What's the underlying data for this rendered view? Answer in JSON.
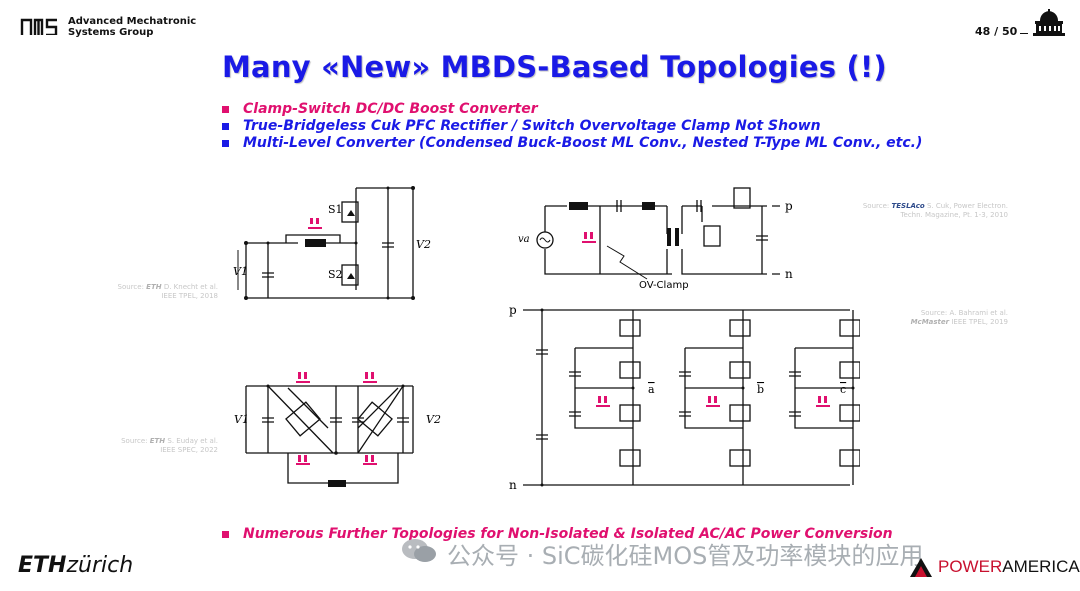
{
  "header": {
    "group_name_line1": "Advanced Mechatronic",
    "group_name_line2": "Systems Group",
    "page_number": "48 / 50"
  },
  "title": "Many «New» MBDS-Based Topologies (!)",
  "bullets": [
    {
      "text": "Clamp-Switch DC/DC Boost Converter",
      "color": "#e0106f"
    },
    {
      "text": "True-Bridgeless Cuk PFC Rectifier  /  Switch Overvoltage Clamp Not Shown",
      "color": "#1a1ae6"
    },
    {
      "text": "Multi-Level Converter (Condensed Buck-Boost ML Conv., Nested T-Type ML Conv., etc.)",
      "color": "#1a1ae6"
    }
  ],
  "bottom_bullet": {
    "text": "Numerous Further Topologies for Non-Isolated & Isolated AC/AC Power Conversion",
    "color": "#e0106f"
  },
  "sources": {
    "s1": {
      "label": "Source:",
      "org": "ETH",
      "line1": "D. Knecht et al.",
      "line2": "IEEE TPEL, 2018"
    },
    "s2": {
      "label": "Source:",
      "org": "ETH",
      "line1": "S. Euday et al.",
      "line2": "IEEE SPEC, 2022"
    },
    "s3": {
      "label": "Source:",
      "org": "TESLAco",
      "line1": "S. Cuk, Power Electron.",
      "line2": "Techn. Magazine, Pt. 1-3, 2010"
    },
    "s4": {
      "label": "Source:",
      "line1": "A. Bahrami et al.",
      "org": "McMaster",
      "line2": "IEEE TPEL, 2019"
    }
  },
  "circuit_labels": {
    "s1": "S1",
    "s2": "S2",
    "v1": "V1",
    "v2": "V2",
    "va": "va",
    "p": "p",
    "n": "n",
    "ov_clamp": "OV-Clamp",
    "a": "a",
    "b": "b",
    "c": "c"
  },
  "footer": {
    "eth_bold": "ETH",
    "eth_italic": "zürich",
    "watermark": "公众号 · SiC碳化硅MOS管及功率模块的应用",
    "brand_power": "POWER",
    "brand_america": "AMERICA"
  },
  "colors": {
    "title": "#1a1ae6",
    "accent": "#e0106f",
    "brand": "#c8102e"
  }
}
